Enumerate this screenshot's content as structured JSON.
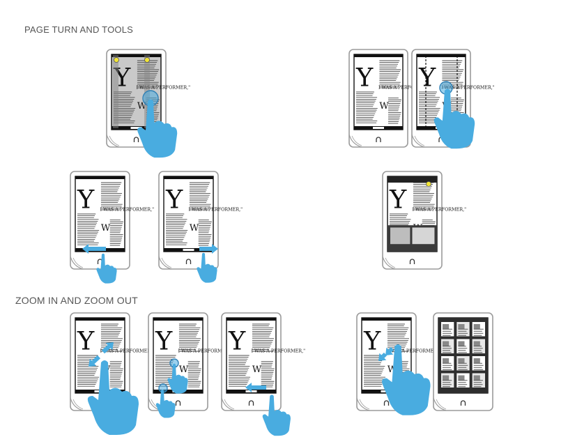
{
  "sections": {
    "page_turn": {
      "heading": "PAGE TURN AND TOOLS"
    },
    "zoom": {
      "heading": "ZOOM IN AND ZOOM OUT"
    }
  },
  "article": {
    "drop_cap": "Y",
    "subhead": "I WAS A PERFORMER,\"",
    "second_cap": "W"
  },
  "colors": {
    "accent_blue": "#49ace0",
    "highlight_yellow": "#f3e637",
    "device_frame": "#9b9b9b",
    "heading_gray": "#555555"
  },
  "gestures": [
    "tap-hold-tools",
    "swipe-drag-page-strip",
    "swipe-left-next-page",
    "swipe-right-previous-page",
    "tap-show-toolbar",
    "pinch-zoom-in",
    "double-tap-zoom",
    "swipe-left-zoomed",
    "pinch-zoom-out-grid"
  ]
}
